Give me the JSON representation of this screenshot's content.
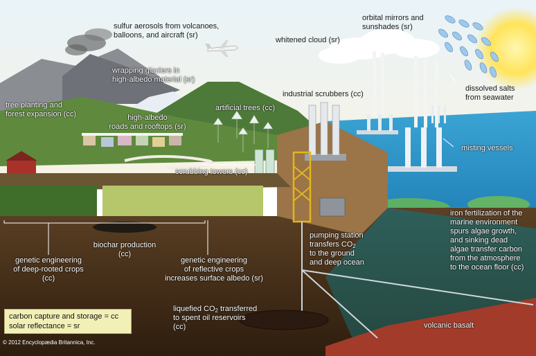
{
  "labels": {
    "sulfur_aerosols": [
      "sulfur aerosols from volcanoes,",
      "balloons, and aircraft (sr)"
    ],
    "orbital_mirrors": [
      "orbital mirrors and",
      "sunshades (sr)"
    ],
    "whitened_cloud": "whitened cloud (sr)",
    "wrapping_glaciers": [
      "wrapping glaciers in",
      "high-albedo material (sr)"
    ],
    "dissolved_salts": [
      "dissolved salts",
      "from seawater"
    ],
    "industrial_scrubbers": "industrial scrubbers (cc)",
    "tree_planting": [
      "tree planting and",
      "forest expansion (cc)"
    ],
    "artificial_trees": "artificial trees (cc)",
    "high_albedo_roads": [
      "high-albedo",
      "roads and rooftops (sr)"
    ],
    "misting_vessels": "misting vessels",
    "scrubbing_towers": "scrubbing towers (cc)",
    "iron_fertilization": [
      "iron fertilization of the",
      "marine environment",
      "spurs algae growth,",
      "and sinking dead",
      "algae transfer carbon",
      "from the atmosphere",
      "to the ocean floor (cc)"
    ],
    "pumping_station": {
      "l1": "pumping station",
      "l2a": "transfers CO",
      "l2sub": "2",
      "l3": "to the ground",
      "l4": "and deep ocean"
    },
    "biochar": [
      "biochar production",
      "(cc)"
    ],
    "genetic_deep": [
      "genetic engineering",
      "of deep-rooted crops",
      "(cc)"
    ],
    "genetic_reflective": [
      "genetic engineering",
      "of reflective crops",
      "increases surface albedo (sr)"
    ],
    "liquefied": {
      "l1a": "liquefied CO",
      "l1sub": "2",
      "l1b": " transferred",
      "l2": "to spent oil reservoirs",
      "l3": "(cc)"
    },
    "volcanic_basalt": "volcanic basalt"
  },
  "legend": {
    "line1": "carbon capture and storage = cc",
    "line2": "solar reflectance = sr"
  },
  "credit": "© 2012 Encyclopædia Britannica, Inc."
}
